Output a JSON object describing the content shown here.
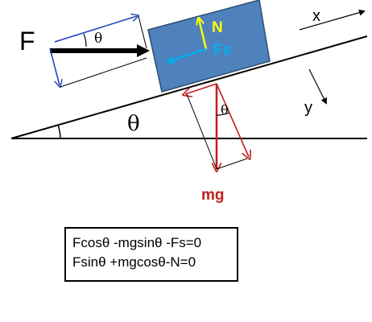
{
  "diagram": {
    "force_label": "F",
    "angle_symbol": "θ",
    "normal_label": "N",
    "friction_label": "Fs",
    "x_axis_label": "x",
    "y_axis_label": "y",
    "weight_label": "mg",
    "colors": {
      "block": "#4f81bd",
      "block_edge": "#2f4f74",
      "blue_components": "#1f3fbf",
      "normal": "#ffff00",
      "friction": "#00b0f0",
      "weight": "#c0201c",
      "line": "#000000"
    }
  },
  "equations": {
    "line1": "Fcosθ -mgsinθ -Fs=0",
    "line2": "Fsinθ +mgcosθ-N=0"
  }
}
